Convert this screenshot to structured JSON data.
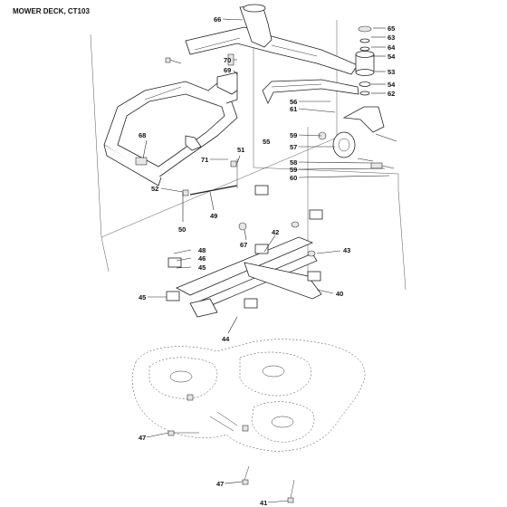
{
  "title": "MOWER DECK, CT103",
  "callouts": [
    {
      "id": "c66",
      "text": "66"
    },
    {
      "id": "c65",
      "text": "65"
    },
    {
      "id": "c63",
      "text": "63"
    },
    {
      "id": "c64",
      "text": "64"
    },
    {
      "id": "c54a",
      "text": "54"
    },
    {
      "id": "c70",
      "text": "70"
    },
    {
      "id": "c69",
      "text": "69"
    },
    {
      "id": "c53",
      "text": "53"
    },
    {
      "id": "c54b",
      "text": "54"
    },
    {
      "id": "c62",
      "text": "62"
    },
    {
      "id": "c56",
      "text": "56"
    },
    {
      "id": "c61",
      "text": "61"
    },
    {
      "id": "c59a",
      "text": "59"
    },
    {
      "id": "c55",
      "text": "55"
    },
    {
      "id": "c57",
      "text": "57"
    },
    {
      "id": "c58",
      "text": "58"
    },
    {
      "id": "c59b",
      "text": "59"
    },
    {
      "id": "c60",
      "text": "60"
    },
    {
      "id": "c68",
      "text": "68"
    },
    {
      "id": "c51",
      "text": "51"
    },
    {
      "id": "c71",
      "text": "71"
    },
    {
      "id": "c52",
      "text": "52"
    },
    {
      "id": "c49",
      "text": "49"
    },
    {
      "id": "c50",
      "text": "50"
    },
    {
      "id": "c67",
      "text": "67"
    },
    {
      "id": "c42",
      "text": "42"
    },
    {
      "id": "c43",
      "text": "43"
    },
    {
      "id": "c48",
      "text": "48"
    },
    {
      "id": "c46",
      "text": "46"
    },
    {
      "id": "c45a",
      "text": "45"
    },
    {
      "id": "c45b",
      "text": "45"
    },
    {
      "id": "c40",
      "text": "40"
    },
    {
      "id": "c44",
      "text": "44"
    },
    {
      "id": "c47a",
      "text": "47"
    },
    {
      "id": "c47b",
      "text": "47"
    },
    {
      "id": "c41",
      "text": "41"
    }
  ]
}
